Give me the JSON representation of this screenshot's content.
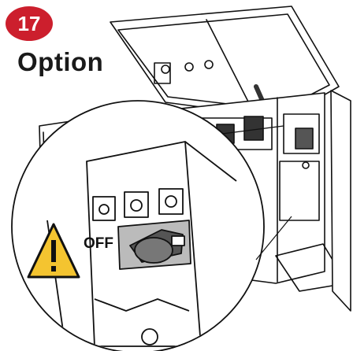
{
  "step": {
    "number": "17",
    "label": "Option"
  },
  "callout": {
    "switch_state": "OFF"
  },
  "icons": {
    "warning": "warning-triangle-icon"
  },
  "colors": {
    "badge": "#cc1f2d",
    "warning_fill": "#f4c430",
    "handle": "#555555",
    "line": "#111111"
  }
}
